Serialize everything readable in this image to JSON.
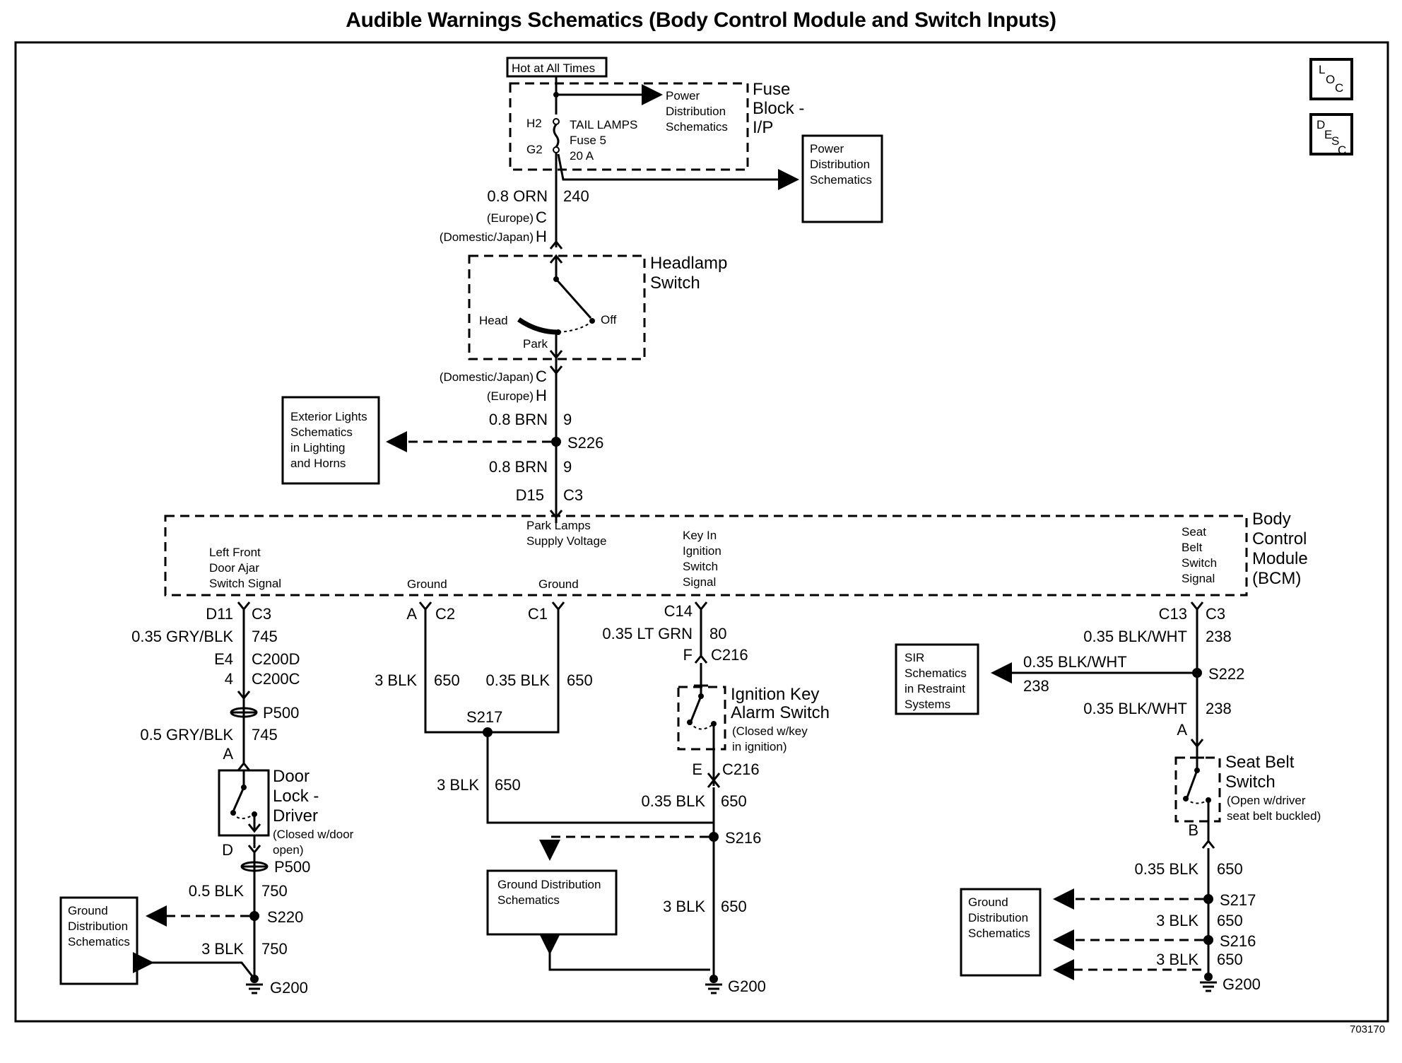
{
  "title": "Audible Warnings Schematics (Body Control Module and Switch Inputs)",
  "figure_code": "703170",
  "icons": {
    "loc": "LOC",
    "desc": "DESC"
  },
  "labels": {
    "hot": "Hot at All Times",
    "fuse_pd_1": "Power",
    "fuse_pd_2": "Distribution",
    "fuse_pd_3": "Schematics",
    "fuse_block_1": "Fuse",
    "fuse_block_2": "Block -",
    "fuse_block_3": "I/P",
    "h2": "H2",
    "g2": "G2",
    "tail_1": "TAIL LAMPS",
    "tail_2": "Fuse 5",
    "tail_3": "20 A",
    "pd_box_1": "Power",
    "pd_box_2": "Distribution",
    "pd_box_3": "Schematics",
    "w_orn": "0.8 ORN",
    "c_240": "240",
    "europe_c": "(Europe)",
    "conn_c": "C",
    "domjap_h": "(Domestic/Japan)",
    "conn_h": "H",
    "hl_1": "Headlamp",
    "hl_2": "Switch",
    "head": "Head",
    "off": "Off",
    "park": "Park",
    "domjap_c": "(Domestic/Japan)",
    "conn_c2": "C",
    "europe_h": "(Europe)",
    "conn_h2": "H",
    "w_brn1": "0.8 BRN",
    "c_9a": "9",
    "s226": "S226",
    "w_brn2": "0.8 BRN",
    "c_9b": "9",
    "d15": "D15",
    "c3_top": "C3",
    "ext_1": "Exterior Lights",
    "ext_2": "Schematics",
    "ext_3": "in Lighting",
    "ext_4": "and Horns",
    "park_sup_1": "Park Lamps",
    "park_sup_2": "Supply Voltage",
    "lf_1": "Left Front",
    "lf_2": "Door Ajar",
    "lf_3": "Switch Signal",
    "gnd_a": "Ground",
    "gnd_b": "Ground",
    "key_1": "Key In",
    "key_2": "Ignition",
    "key_3": "Switch",
    "key_4": "Signal",
    "seat_1": "Seat",
    "seat_2": "Belt",
    "seat_3": "Switch",
    "seat_4": "Signal",
    "bcm_1": "Body",
    "bcm_2": "Control",
    "bcm_3": "Module",
    "bcm_4": "(BCM)",
    "d11": "D11",
    "c3_l": "C3",
    "w_grybk": "0.35 GRY/BLK",
    "c_745a": "745",
    "e4": "E4",
    "c200d": "C200D",
    "n4": "4",
    "c200c": "C200C",
    "p500a": "P500",
    "w_grybk2": "0.5 GRY/BLK",
    "c_745b": "745",
    "pin_a": "A",
    "dl_1": "Door",
    "dl_2": "Lock -",
    "dl_3": "Driver",
    "dl_4": "(Closed w/door",
    "dl_5": "open)",
    "pin_d": "D",
    "p500b": "P500",
    "w_blk05": "0.5 BLK",
    "c_750a": "750",
    "s220": "S220",
    "w_3blk_l": "3 BLK",
    "c_750b": "750",
    "g200_l": "G200",
    "gd_l_1": "Ground",
    "gd_l_2": "Distribution",
    "gd_l_3": "Schematics",
    "pin_a2": "A",
    "c2": "C2",
    "c1": "C1",
    "w_3blk_m": "3 BLK",
    "c_650a": "650",
    "w_035blk": "0.35 BLK",
    "c_650b": "650",
    "s217_m": "S217",
    "w_3blk_m2": "3 BLK",
    "c_650c": "650",
    "c14": "C14",
    "w_ltgrn": "0.35 LT GRN",
    "c_80": "80",
    "pin_f": "F",
    "c216a": "C216",
    "ik_1": "Ignition Key",
    "ik_2": "Alarm Switch",
    "ik_3": "(Closed w/key",
    "ik_4": "in ignition)",
    "pin_e": "E",
    "c216b": "C216",
    "w_035blk2": "0.35 BLK",
    "c_650d": "650",
    "s216_m": "S216",
    "w_3blk_m3": "3 BLK",
    "c_650e": "650",
    "g200_m": "G200",
    "gd_m_1": "Ground Distribution",
    "gd_m_2": "Schematics",
    "c13": "C13",
    "c3_r": "C3",
    "w_bw1": "0.35 BLK/WHT",
    "c_238a": "238",
    "w_bw2": "0.35 BLK/WHT",
    "c_238b": "238",
    "s222": "S222",
    "w_bw3": "0.35 BLK/WHT",
    "c_238c": "238",
    "pin_a3": "A",
    "sir_1": "SIR",
    "sir_2": "Schematics",
    "sir_3": "in Restraint",
    "sir_4": "Systems",
    "sb_1": "Seat Belt",
    "sb_2": "Switch",
    "sb_3": "(Open w/driver",
    "sb_4": "seat belt buckled)",
    "pin_b": "B",
    "w_035blk_r": "0.35 BLK",
    "c_650f": "650",
    "s217_r": "S217",
    "w_3blk_r1": "3 BLK",
    "c_650g": "650",
    "s216_r": "S216",
    "w_3blk_r2": "3 BLK",
    "c_650h": "650",
    "g200_r": "G200",
    "gd_r_1": "Ground",
    "gd_r_2": "Distribution",
    "gd_r_3": "Schematics"
  }
}
